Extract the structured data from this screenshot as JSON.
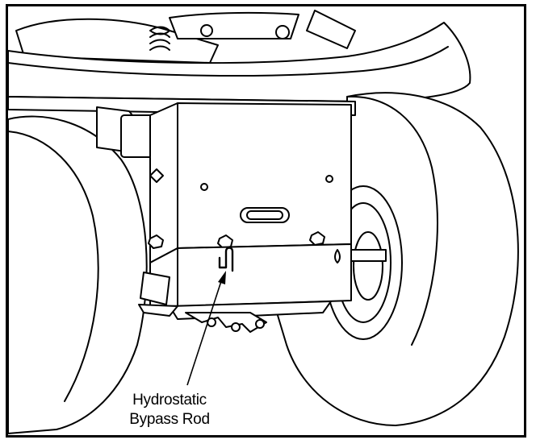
{
  "callout": {
    "line1": "Hydrostatic",
    "line2": "Bypass Rod"
  },
  "colors": {
    "line": "#000000",
    "fill": "#ffffff"
  },
  "icons": {
    "illustration": "tractor-rear-axle-line-drawing",
    "leader": "leader-arrow-icon"
  }
}
